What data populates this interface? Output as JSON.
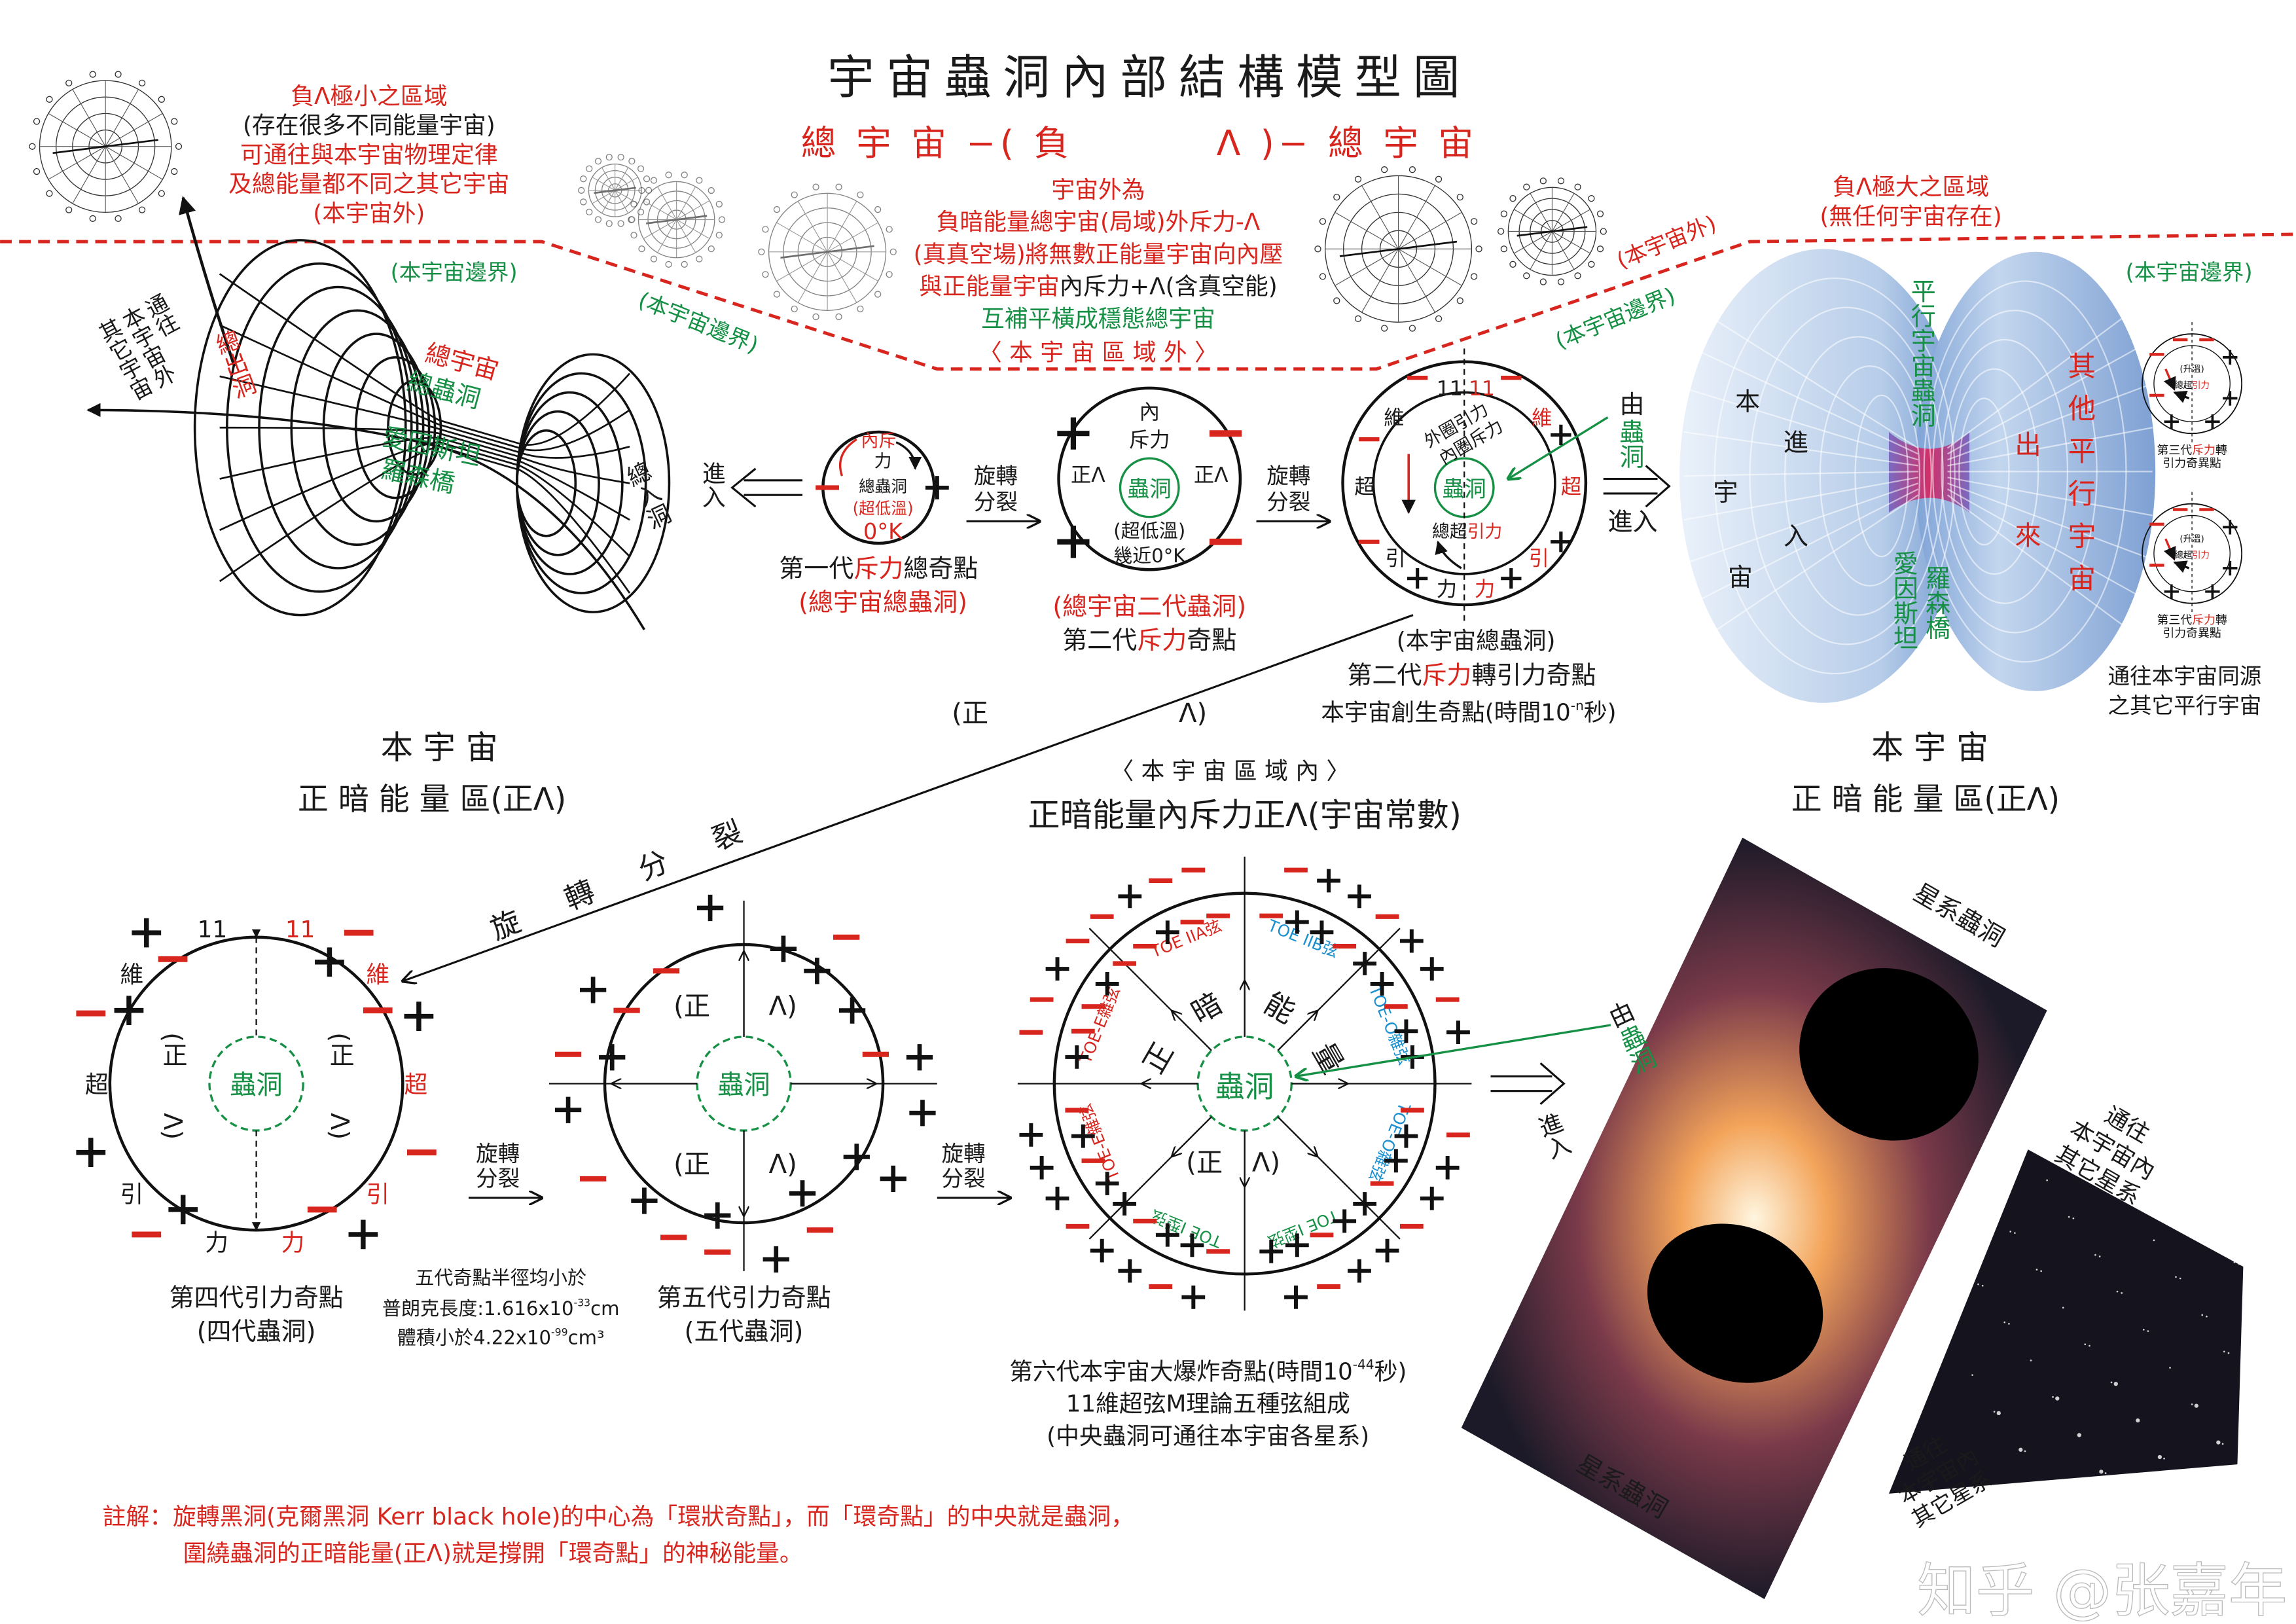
{
  "title": "宇宙蟲洞內部結構模型圖",
  "subtitle": {
    "left": "總 宇 宙 −( 負",
    "right": "Λ )− 總 宇 宙"
  },
  "colors": {
    "red": "#d8261f",
    "green": "#169045",
    "blue": "#1a8fd0",
    "black": "#1a1a1a"
  },
  "top_left": {
    "l1": "負Λ極小之區域",
    "l2": "(存在很多不同能量宇宙)",
    "l3": "可通往與本宇宙物理定律",
    "l4": "及總能量都不同之其它宇宙",
    "l5": "(本宇宙外)"
  },
  "outside": {
    "l1": "宇宙外為",
    "l2": "負暗能量總宇宙(局域)外斥力-Λ",
    "l3": "(真真空場)將無數正能量宇宙向內壓",
    "l4a": "與正能量宇宙",
    "l4b": "內斥力+Λ(含真空能)",
    "l5": "互補平橫成穩態總宇宙",
    "l6": "〈 本 宇 宙 區 域 外 〉"
  },
  "left_wormhole": {
    "boundary_a": "(本宇宙邊界)",
    "boundary_b": "(本宇宙邊界)",
    "exit_cols": [
      "通往",
      "本宇宙外",
      "其它宇宙"
    ],
    "exit_hole": "總出洞",
    "total_universe": "總宇宙",
    "total_wormhole": "總蟲洞",
    "einstein": "愛因斯坦",
    "rosen": "羅森橋",
    "entry_hole": "總入洞",
    "enter": "進入"
  },
  "gen1": {
    "inner1": "內斥",
    "inner2": "力",
    "center": "總蟲洞",
    "temp": "(超低溫)",
    "kelvin": "0°K",
    "cap_a": "第一代",
    "cap_b": "斥力",
    "cap_c": "總奇點",
    "cap2": "(總宇宙總蟲洞)"
  },
  "split_label_1": "旋轉",
  "split_label_2": "分裂",
  "gen2": {
    "inner": "內",
    "force": "斥力",
    "pos_lambda": "正Λ",
    "wormhole": "蟲洞",
    "temp": "(超低溫)",
    "kelvin": "幾近0°K",
    "cap1": "(總宇宙二代蟲洞)",
    "cap2_a": "第二代",
    "cap2_b": "斥力",
    "cap2_c": "奇點"
  },
  "gen3": {
    "eleven": "11",
    "dim": "維",
    "super": "超",
    "grav1": "引",
    "grav2": "力",
    "outer_ring": "外圈引力",
    "inner_ring": "內圈斥力",
    "wormhole": "蟲洞",
    "total_a": "總超",
    "total_b": "引力",
    "cap1": "(本宇宙總蟲洞)",
    "cap2_a": "第二代",
    "cap2_b": "斥力",
    "cap2_c": "轉引力奇點",
    "cap3": "本宇宙創生奇點(時間10",
    "cap3_exp": "-n",
    "cap3_end": "秒)"
  },
  "from_wormhole": {
    "from": "由",
    "wormhole": "蟲洞",
    "enter": "進入"
  },
  "right_side": {
    "neg_region": "負Λ極大之區域",
    "no_universe": "(無任何宇宙存在)",
    "outside": "(本宇宙外)",
    "boundary_a": "(本宇宙邊界)",
    "boundary_b": "(本宇宙邊界)",
    "this_universe": [
      "本",
      "宇",
      "宙"
    ],
    "enter": [
      "進",
      "入"
    ],
    "parallel_wormhole": "平行宇宙蟲洞",
    "einstein": "愛因斯坦",
    "rosen": "羅森橋",
    "come_out": [
      "出",
      "來"
    ],
    "other_parallel": "其他平行宇宙",
    "mini_temp": "(升溫)",
    "mini_total": "總超",
    "mini_grav": "引力",
    "mini_cap_a": "第三代",
    "mini_cap_b": "斥力",
    "mini_cap_c": "轉",
    "mini_cap2": "引力奇異點",
    "to_parallel_1": "通往本宇宙同源",
    "to_parallel_2": "之其它平行宇宙"
  },
  "middle": {
    "pos_open": "(正",
    "pos_close": "Λ)",
    "left_title": "本 宇 宙",
    "left_sub": "正 暗 能 量 區(正Λ)",
    "right_title": "本 宇 宙",
    "right_sub": "正 暗 能 量 區(正Λ)",
    "inside": "〈 本 宇 宙 區 域 內 〉",
    "inside_title": "正暗能量內斥力正Λ(宇宙常數)",
    "split_diag": "旋 轉 分 裂"
  },
  "gen4": {
    "eleven": "11",
    "dim": "維",
    "super": "超",
    "grav1": "引",
    "grav2": "力",
    "pos": "(正",
    "lam": "Λ)",
    "wormhole": "蟲洞",
    "cap1": "第四代引力奇點",
    "cap2": "(四代蟲洞)"
  },
  "planck": {
    "l1": "五代奇點半徑均小於",
    "l2": "普朗克長度:1.616x10",
    "l2_exp": "-33",
    "l2_unit": "cm",
    "l3": "體積小於4.22x10",
    "l3_exp": "-99",
    "l3_unit": "cm³"
  },
  "gen5": {
    "pos": "(正",
    "lam": "Λ)",
    "wormhole": "蟲洞",
    "cap1": "第五代引力奇點",
    "cap2": "(五代蟲洞)"
  },
  "gen6": {
    "zheng": "正",
    "an": "暗",
    "neng": "能",
    "liang": "量",
    "pos": "(正",
    "lam": "Λ)",
    "wormhole": "蟲洞",
    "iia": "TOE IIA弦",
    "iib": "TOE IIB弦",
    "e_het1": "TOE-E雜弦",
    "e_het2": "TOE-E雜弦",
    "o_het1": "TOE-O雜弦",
    "o_het2": "TOE-O雜弦",
    "type1a": "TOE I型弦",
    "type1b": "TOE I型弦",
    "cap1": "第六代本宇宙大爆炸奇點(時間10",
    "cap1_exp": "-44",
    "cap1_end": "秒)",
    "cap2": "11維超弦M理論五種弦組成",
    "cap3": "(中央蟲洞可通往本宇宙各星系)"
  },
  "galaxy": {
    "from": "由",
    "wormhole": "蟲洞",
    "enter": "進入",
    "galaxy_wormhole_top": "星系蟲洞",
    "galaxy_wormhole_bottom": "星系蟲洞",
    "to_galaxies_top": [
      "通往",
      "本宇宙內",
      "其它星系"
    ],
    "to_galaxies_bottom": [
      "通往",
      "本宇宙內",
      "其它星系"
    ]
  },
  "footnote": {
    "l1": "註解：旋轉黑洞(克爾黑洞 Kerr black hole)的中心為「環狀奇點」，而「環奇點」的中央就是蟲洞，",
    "l2": "圍繞蟲洞的正暗能量(正Λ)就是撐開「環奇點」的神秘能量。"
  },
  "watermark": "知乎 @张嘉年"
}
